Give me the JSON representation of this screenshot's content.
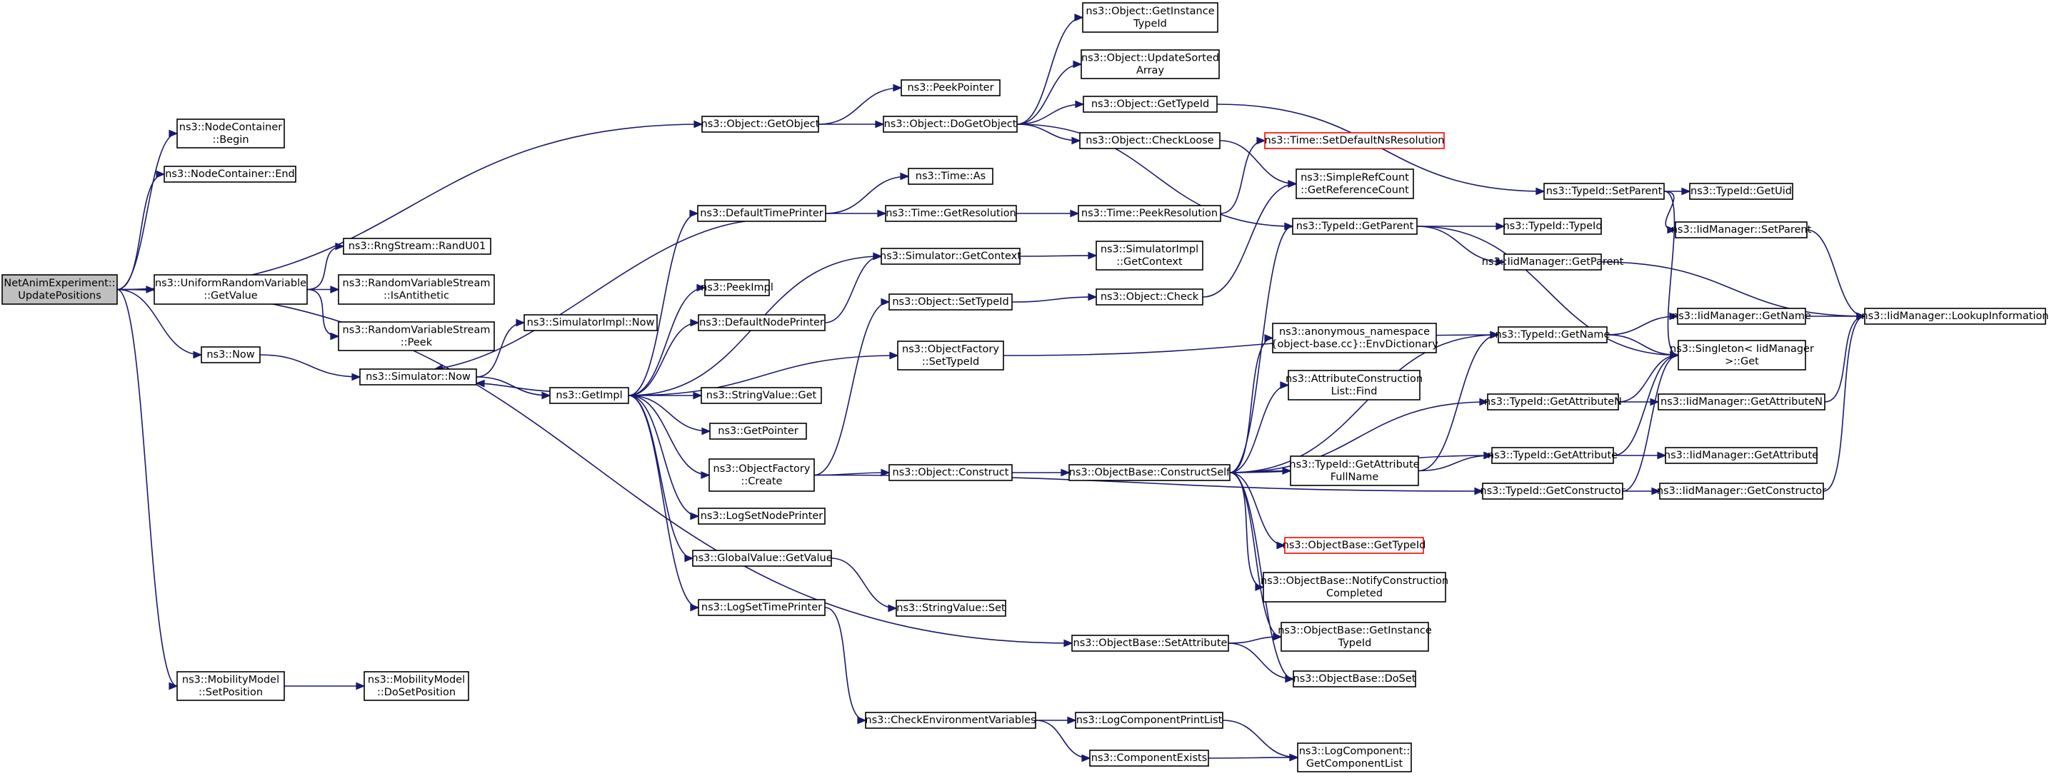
{
  "colors": {
    "edge": "#191970",
    "node_border": "#000000",
    "missing_node_border": "#ff0000",
    "root_fill": "#bfbfbf"
  },
  "nodes": [
    {
      "id": "root",
      "lines": [
        "NetAnimExperiment::",
        "UpdatePositions"
      ],
      "style": "root"
    },
    {
      "id": "nc_begin",
      "lines": [
        "ns3::NodeContainer",
        "::Begin"
      ]
    },
    {
      "id": "nc_end",
      "lines": [
        "ns3::NodeContainer::End"
      ]
    },
    {
      "id": "urv_getvalue",
      "lines": [
        "ns3::UniformRandomVariable",
        "::GetValue"
      ]
    },
    {
      "id": "now",
      "lines": [
        "ns3::Now"
      ]
    },
    {
      "id": "mm_setpos",
      "lines": [
        "ns3::MobilityModel",
        "::SetPosition"
      ]
    },
    {
      "id": "mm_dosetpos",
      "lines": [
        "ns3::MobilityModel",
        "::DoSetPosition"
      ]
    },
    {
      "id": "rng_randu01",
      "lines": [
        "ns3::RngStream::RandU01"
      ]
    },
    {
      "id": "rvs_isanti",
      "lines": [
        "ns3::RandomVariableStream",
        "::IsAntithetic"
      ]
    },
    {
      "id": "rvs_peek",
      "lines": [
        "ns3::RandomVariableStream",
        "::Peek"
      ]
    },
    {
      "id": "simimpl_now",
      "lines": [
        "ns3::SimulatorImpl::Now"
      ]
    },
    {
      "id": "sim_now",
      "lines": [
        "ns3::Simulator::Now"
      ]
    },
    {
      "id": "getimpl",
      "lines": [
        "ns3::GetImpl"
      ]
    },
    {
      "id": "obj_getobject",
      "lines": [
        "ns3::Object::GetObject"
      ]
    },
    {
      "id": "default_time_printer",
      "lines": [
        "ns3::DefaultTimePrinter"
      ]
    },
    {
      "id": "peekimpl",
      "lines": [
        "ns3::PeekImpl"
      ]
    },
    {
      "id": "default_node_printer",
      "lines": [
        "ns3::DefaultNodePrinter"
      ]
    },
    {
      "id": "stringvalue_get",
      "lines": [
        "ns3::StringValue::Get"
      ]
    },
    {
      "id": "getpointer",
      "lines": [
        "ns3::GetPointer"
      ]
    },
    {
      "id": "of_create",
      "lines": [
        "ns3::ObjectFactory",
        "::Create"
      ]
    },
    {
      "id": "logsetnodeprinter",
      "lines": [
        "ns3::LogSetNodePrinter"
      ]
    },
    {
      "id": "gv_getvalue",
      "lines": [
        "ns3::GlobalValue::GetValue"
      ]
    },
    {
      "id": "logsettimeprinter",
      "lines": [
        "ns3::LogSetTimePrinter"
      ]
    },
    {
      "id": "peekpointer",
      "lines": [
        "ns3::PeekPointer"
      ]
    },
    {
      "id": "obj_dogetobject",
      "lines": [
        "ns3::Object::DoGetObject"
      ]
    },
    {
      "id": "time_as",
      "lines": [
        "ns3::Time::As"
      ]
    },
    {
      "id": "time_getresolution",
      "lines": [
        "ns3::Time::GetResolution"
      ]
    },
    {
      "id": "sim_getcontext",
      "lines": [
        "ns3::Simulator::GetContext"
      ]
    },
    {
      "id": "obj_settypeid",
      "lines": [
        "ns3::Object::SetTypeId"
      ]
    },
    {
      "id": "of_settypeid",
      "lines": [
        "ns3::ObjectFactory",
        "::SetTypeId"
      ]
    },
    {
      "id": "obj_construct",
      "lines": [
        "ns3::Object::Construct"
      ]
    },
    {
      "id": "stringvalue_set",
      "lines": [
        "ns3::StringValue::Set"
      ]
    },
    {
      "id": "ob_setattribute",
      "lines": [
        "ns3::ObjectBase::SetAttribute"
      ]
    },
    {
      "id": "check_env",
      "lines": [
        "ns3::CheckEnvironmentVariables"
      ]
    },
    {
      "id": "obj_getinstancetypeid",
      "lines": [
        "ns3::Object::GetInstance",
        "TypeId"
      ]
    },
    {
      "id": "obj_updatesorted",
      "lines": [
        "ns3::Object::UpdateSorted",
        "Array"
      ]
    },
    {
      "id": "obj_gettypeid",
      "lines": [
        "ns3::Object::GetTypeId"
      ]
    },
    {
      "id": "obj_checkloose",
      "lines": [
        "ns3::Object::CheckLoose"
      ]
    },
    {
      "id": "time_peekresolution",
      "lines": [
        "ns3::Time::PeekResolution"
      ]
    },
    {
      "id": "simimpl_getcontext",
      "lines": [
        "ns3::SimulatorImpl",
        "::GetContext"
      ]
    },
    {
      "id": "obj_check",
      "lines": [
        "ns3::Object::Check"
      ]
    },
    {
      "id": "ob_constructself",
      "lines": [
        "ns3::ObjectBase::ConstructSelf"
      ]
    },
    {
      "id": "logcomponentprintlist",
      "lines": [
        "ns3::LogComponentPrintList"
      ]
    },
    {
      "id": "componentexists",
      "lines": [
        "ns3::ComponentExists"
      ]
    },
    {
      "id": "time_setdefaultnsres",
      "lines": [
        "ns3::Time::SetDefaultNsResolution"
      ],
      "style": "red"
    },
    {
      "id": "simplerefcount",
      "lines": [
        "ns3::SimpleRefCount",
        "::GetReferenceCount"
      ]
    },
    {
      "id": "typeid_getparent",
      "lines": [
        "ns3::TypeId::GetParent"
      ]
    },
    {
      "id": "anon_envdict",
      "lines": [
        "ns3::anonymous_namespace",
        "{object-base.cc}::EnvDictionary"
      ]
    },
    {
      "id": "acl_find",
      "lines": [
        "ns3::AttributeConstruction",
        "List::Find"
      ]
    },
    {
      "id": "typeid_getattrfullname",
      "lines": [
        "ns3::TypeId::GetAttribute",
        "FullName"
      ]
    },
    {
      "id": "ob_gettypeid",
      "lines": [
        "ns3::ObjectBase::GetTypeId"
      ],
      "style": "red"
    },
    {
      "id": "ob_notifyconstruction",
      "lines": [
        "ns3::ObjectBase::NotifyConstruction",
        "Completed"
      ]
    },
    {
      "id": "ob_getinstancetypeid",
      "lines": [
        "ns3::ObjectBase::GetInstance",
        "TypeId"
      ]
    },
    {
      "id": "ob_doset",
      "lines": [
        "ns3::ObjectBase::DoSet"
      ]
    },
    {
      "id": "logcomponent_getlist",
      "lines": [
        "ns3::LogComponent::",
        "GetComponentList"
      ]
    },
    {
      "id": "typeid_setparent",
      "lines": [
        "ns3::TypeId::SetParent"
      ]
    },
    {
      "id": "typeid_typeid",
      "lines": [
        "ns3::TypeId::TypeId"
      ]
    },
    {
      "id": "typeid_getname",
      "lines": [
        "ns3::TypeId::GetName"
      ]
    },
    {
      "id": "typeid_getattributen",
      "lines": [
        "ns3::TypeId::GetAttributeN"
      ]
    },
    {
      "id": "typeid_getattribute",
      "lines": [
        "ns3::TypeId::GetAttribute"
      ]
    },
    {
      "id": "typeid_getconstructor",
      "lines": [
        "ns3::TypeId::GetConstructor"
      ]
    },
    {
      "id": "typeid_getuid",
      "lines": [
        "ns3::TypeId::GetUid"
      ]
    },
    {
      "id": "iid_setparent",
      "lines": [
        "ns3::IidManager::SetParent"
      ]
    },
    {
      "id": "iid_getparent",
      "lines": [
        "ns3::IidManager::GetParent"
      ]
    },
    {
      "id": "iid_getname",
      "lines": [
        "ns3::IidManager::GetName"
      ]
    },
    {
      "id": "singleton_get",
      "lines": [
        "ns3::Singleton< IidManager",
        ">::Get"
      ]
    },
    {
      "id": "iid_getattributen",
      "lines": [
        "ns3::IidManager::GetAttributeN"
      ]
    },
    {
      "id": "iid_getattribute",
      "lines": [
        "ns3::IidManager::GetAttribute"
      ]
    },
    {
      "id": "iid_getconstructor",
      "lines": [
        "ns3::IidManager::GetConstructor"
      ]
    },
    {
      "id": "iid_lookupinfo",
      "lines": [
        "ns3::IidManager::LookupInformation"
      ]
    }
  ],
  "edges": [
    [
      "root",
      "nc_begin"
    ],
    [
      "root",
      "nc_end"
    ],
    [
      "root",
      "urv_getvalue"
    ],
    [
      "root",
      "now"
    ],
    [
      "root",
      "mm_setpos"
    ],
    [
      "root",
      "obj_getobject"
    ],
    [
      "root",
      "ob_setattribute"
    ],
    [
      "urv_getvalue",
      "rng_randu01"
    ],
    [
      "urv_getvalue",
      "rvs_isanti"
    ],
    [
      "urv_getvalue",
      "rvs_peek"
    ],
    [
      "now",
      "sim_now"
    ],
    [
      "mm_setpos",
      "mm_dosetpos"
    ],
    [
      "sim_now",
      "simimpl_now"
    ],
    [
      "sim_now",
      "getimpl"
    ],
    [
      "obj_getobject",
      "peekpointer"
    ],
    [
      "obj_getobject",
      "obj_dogetobject"
    ],
    [
      "getimpl",
      "sim_now"
    ],
    [
      "getimpl",
      "default_time_printer"
    ],
    [
      "getimpl",
      "peekimpl"
    ],
    [
      "getimpl",
      "default_node_printer"
    ],
    [
      "getimpl",
      "stringvalue_get"
    ],
    [
      "getimpl",
      "getpointer"
    ],
    [
      "getimpl",
      "of_create"
    ],
    [
      "getimpl",
      "logsetnodeprinter"
    ],
    [
      "getimpl",
      "gv_getvalue"
    ],
    [
      "getimpl",
      "logsettimeprinter"
    ],
    [
      "getimpl",
      "sim_getcontext"
    ],
    [
      "getimpl",
      "of_settypeid"
    ],
    [
      "default_time_printer",
      "time_as"
    ],
    [
      "default_time_printer",
      "time_getresolution"
    ],
    [
      "default_time_printer",
      "sim_now"
    ],
    [
      "default_node_printer",
      "sim_getcontext"
    ],
    [
      "of_create",
      "obj_settypeid"
    ],
    [
      "of_create",
      "obj_construct"
    ],
    [
      "of_create",
      "typeid_getconstructor"
    ],
    [
      "gv_getvalue",
      "stringvalue_set"
    ],
    [
      "logsettimeprinter",
      "check_env"
    ],
    [
      "obj_dogetobject",
      "obj_getinstancetypeid"
    ],
    [
      "obj_dogetobject",
      "obj_updatesorted"
    ],
    [
      "obj_dogetobject",
      "obj_gettypeid"
    ],
    [
      "obj_dogetobject",
      "obj_checkloose"
    ],
    [
      "obj_dogetobject",
      "typeid_getparent"
    ],
    [
      "time_getresolution",
      "time_peekresolution"
    ],
    [
      "sim_getcontext",
      "simimpl_getcontext"
    ],
    [
      "obj_settypeid",
      "obj_check"
    ],
    [
      "of_settypeid",
      "typeid_getname"
    ],
    [
      "obj_construct",
      "ob_constructself"
    ],
    [
      "ob_setattribute",
      "ob_getinstancetypeid"
    ],
    [
      "ob_setattribute",
      "ob_doset"
    ],
    [
      "check_env",
      "logcomponentprintlist"
    ],
    [
      "check_env",
      "componentexists"
    ],
    [
      "obj_gettypeid",
      "typeid_setparent"
    ],
    [
      "obj_checkloose",
      "simplerefcount"
    ],
    [
      "time_peekresolution",
      "time_setdefaultnsres"
    ],
    [
      "obj_check",
      "simplerefcount"
    ],
    [
      "ob_constructself",
      "typeid_getparent"
    ],
    [
      "ob_constructself",
      "typeid_getname"
    ],
    [
      "ob_constructself",
      "anon_envdict"
    ],
    [
      "ob_constructself",
      "acl_find"
    ],
    [
      "ob_constructself",
      "typeid_getattributen"
    ],
    [
      "ob_constructself",
      "typeid_getattrfullname"
    ],
    [
      "ob_constructself",
      "typeid_getattribute"
    ],
    [
      "ob_constructself",
      "ob_gettypeid"
    ],
    [
      "ob_constructself",
      "ob_notifyconstruction"
    ],
    [
      "ob_constructself",
      "ob_getinstancetypeid"
    ],
    [
      "ob_constructself",
      "ob_doset"
    ],
    [
      "logcomponentprintlist",
      "logcomponent_getlist"
    ],
    [
      "componentexists",
      "logcomponent_getlist"
    ],
    [
      "typeid_getparent",
      "typeid_typeid"
    ],
    [
      "typeid_getparent",
      "iid_getparent"
    ],
    [
      "typeid_getparent",
      "singleton_get"
    ],
    [
      "typeid_getattrfullname",
      "typeid_getname"
    ],
    [
      "typeid_getattrfullname",
      "typeid_getattribute"
    ],
    [
      "typeid_setparent",
      "typeid_getuid"
    ],
    [
      "typeid_setparent",
      "iid_setparent"
    ],
    [
      "typeid_setparent",
      "singleton_get"
    ],
    [
      "typeid_getname",
      "iid_getname"
    ],
    [
      "typeid_getname",
      "singleton_get"
    ],
    [
      "typeid_getattributen",
      "iid_getattributen"
    ],
    [
      "typeid_getattributen",
      "singleton_get"
    ],
    [
      "typeid_getattribute",
      "iid_getattribute"
    ],
    [
      "typeid_getattribute",
      "singleton_get"
    ],
    [
      "typeid_getconstructor",
      "iid_getconstructor"
    ],
    [
      "typeid_getconstructor",
      "singleton_get"
    ],
    [
      "iid_setparent",
      "iid_lookupinfo"
    ],
    [
      "iid_getparent",
      "iid_lookupinfo"
    ],
    [
      "iid_getname",
      "iid_lookupinfo"
    ],
    [
      "iid_getattributen",
      "iid_lookupinfo"
    ],
    [
      "iid_getconstructor",
      "iid_lookupinfo"
    ]
  ]
}
